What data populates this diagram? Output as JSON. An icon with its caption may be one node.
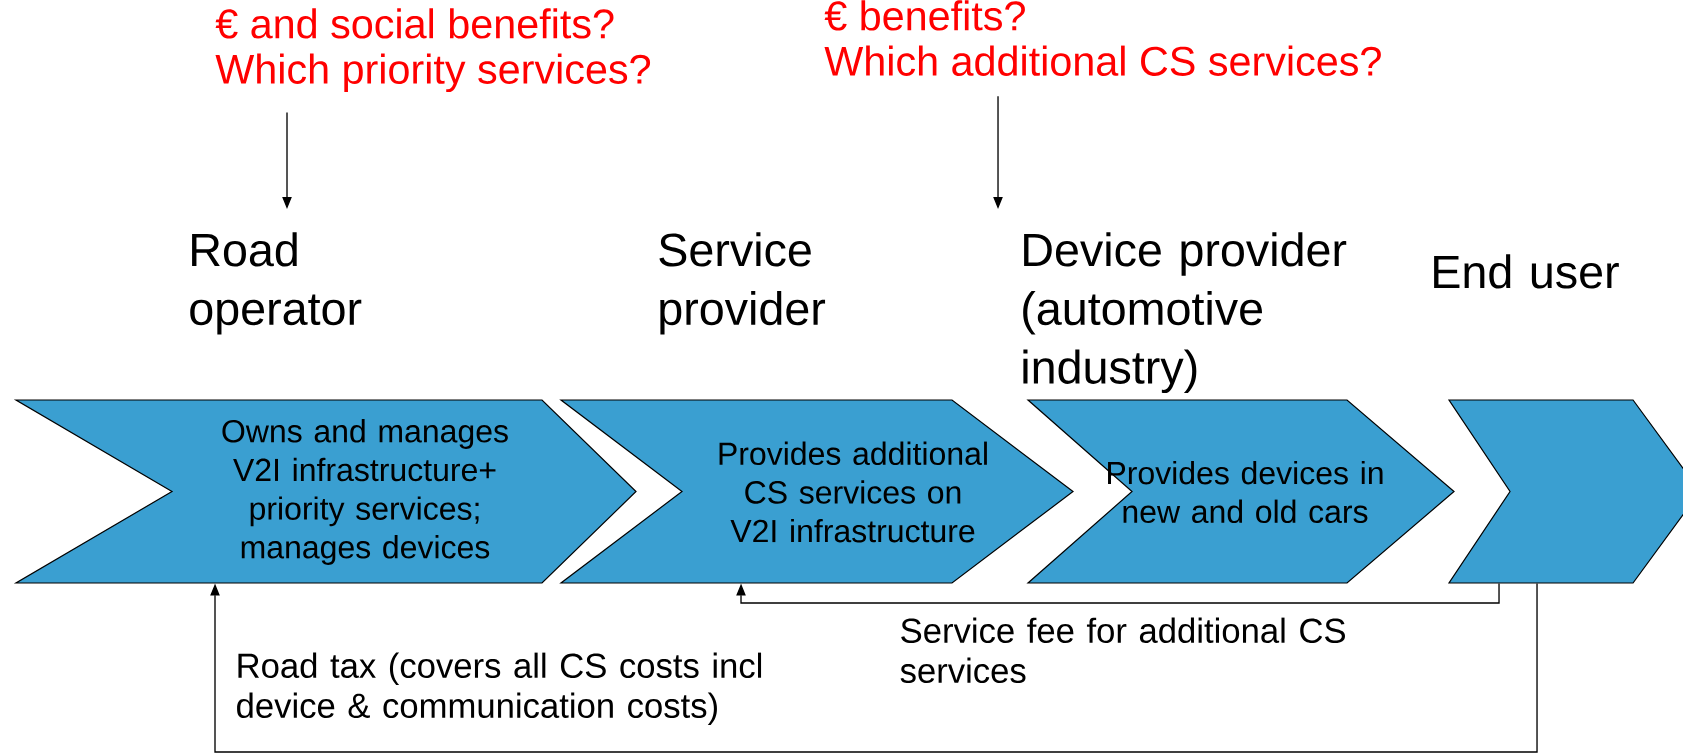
{
  "diagram": {
    "nodes": [
      {
        "text": [
          "Road operator",
          "Owns and manages V2I infrastructure+ priority services; manages devices"
        ]
      },
      {
        "text": [
          "Service provider",
          "Provides additional CS services on V2I infrastructure"
        ]
      },
      {
        "text": [
          "Device provider (automotive industry)",
          "Provides devices in new and old cars"
        ]
      },
      {
        "text": [
          "End user"
        ]
      },
      {
        "text": [
          "€ and social benefits?",
          "Which priority services?"
        ]
      },
      {
        "text": [
          "€ benefits?",
          "Which additional CS services?"
        ]
      }
    ],
    "edges": [
      {
        "from": 4,
        "to": 0,
        "arrow": "to"
      },
      {
        "from": 5,
        "to": 1,
        "arrow": "to"
      },
      {
        "from": 3,
        "to": 1,
        "arrow": "to",
        "label": "Service fee for additional CS services"
      },
      {
        "from": 3,
        "to": 0,
        "arrow": "to",
        "label": "Road tax (covers all CS costs incl device & communication costs)"
      }
    ]
  }
}
